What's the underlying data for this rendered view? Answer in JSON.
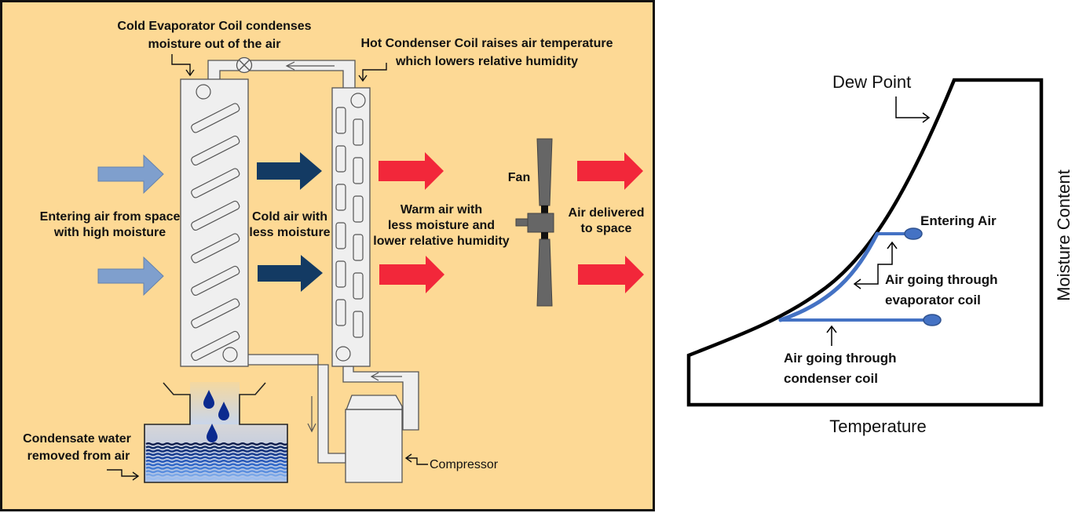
{
  "colors": {
    "panel_bg": "#fdd995",
    "panel_border": "#111111",
    "coil_fill": "#efefef",
    "coil_stroke": "#555555",
    "entering_arrow": "#7f9fcd",
    "cold_arrow": "#133a63",
    "warm_arrow": "#f2273a",
    "fan": "#666666",
    "water_dark": "#12236b",
    "process_line": "#4472c4"
  },
  "left_panel": {
    "evaporator_label": [
      "Cold Evaporator Coil condenses",
      "moisture out of the air"
    ],
    "condenser_label": [
      "Hot Condenser Coil raises air temperature",
      "which lowers relative humidity"
    ],
    "entering_air_label": [
      "Entering air from space",
      "with high moisture"
    ],
    "cold_air_label": [
      "Cold air with",
      "less moisture"
    ],
    "warm_air_label": [
      "Warm air with",
      "less moisture and",
      "lower relative humidity"
    ],
    "fan_label": "Fan",
    "delivered_label": [
      "Air delivered",
      "to space"
    ],
    "condensate_label": [
      "Condensate water",
      "removed from air"
    ],
    "compressor_label": "Compressor",
    "icons": {
      "expansion_valve": "expansion-valve-icon",
      "water_drop": "water-drop-icon",
      "fan": "fan-icon",
      "compressor": "compressor-icon"
    }
  },
  "right_panel": {
    "dew_point_label": "Dew Point",
    "entering_air_label": "Entering Air",
    "evaporator_label": [
      "Air going through",
      "evaporator coil"
    ],
    "condenser_label": [
      "Air going through",
      "condenser coil"
    ],
    "x_axis_label": "Temperature",
    "y_axis_label": "Moisture Content"
  }
}
